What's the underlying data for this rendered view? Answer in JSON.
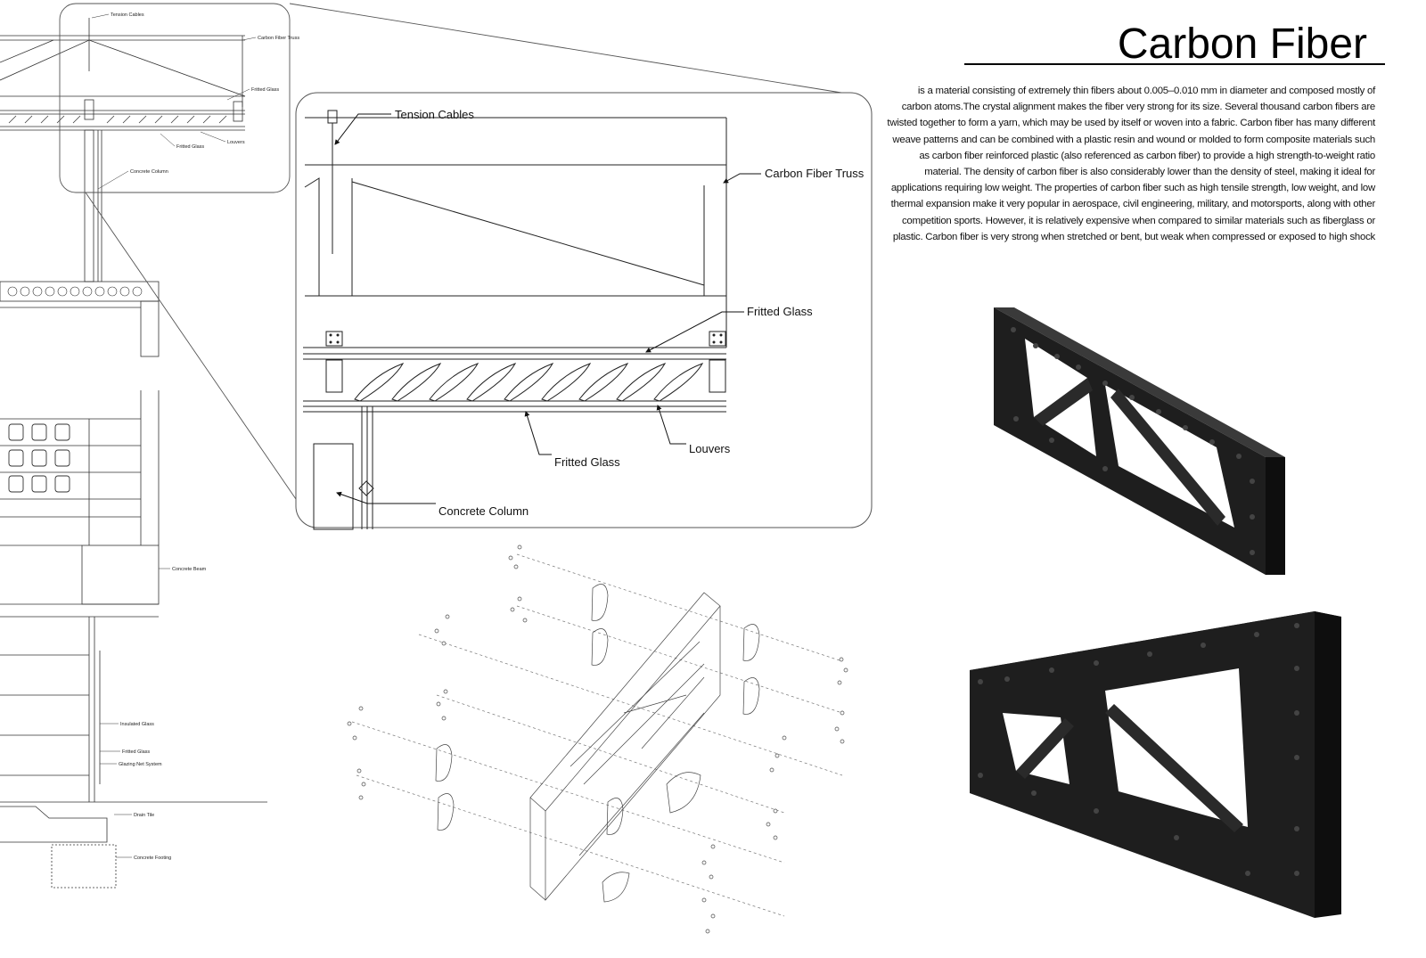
{
  "title": "Carbon Fiber",
  "description": "is a material consisting of extremely thin fibers about 0.005–0.010 mm in diameter and composed mostly of carbon atoms.The crystal alignment makes the fiber very strong for its size. Several thousand carbon fibers are twisted together to form a yarn, which may be used by itself or woven into a fabric. Carbon fiber has many different weave patterns and can be combined with a plastic resin and wound or molded to form composite materials such as carbon fiber reinforced plastic (also referenced as carbon fiber) to provide a high strength-to-weight ratio material. The density of carbon fiber is also considerably lower than the density of steel, making it ideal for applications requiring low weight. The properties of carbon fiber such as high tensile strength, low weight, and low thermal expansion make it very popular in aerospace, civil engineering, military, and motorsports, along with other competition sports. However, it is relatively expensive when compared to similar materials such as fiberglass or plastic. Carbon fiber is very strong when stretched or bent, but weak when compressed or exposed to high shock",
  "section_labels": {
    "tension_cables": "Tension Cables",
    "carbon_fiber_truss": "Carbon Fiber Truss",
    "fritted_glass_top": "Fritted Glass",
    "fritted_glass_bottom": "Fritted Glass",
    "louvers": "Louvers",
    "concrete_column": "Concrete Column",
    "concrete_beam": "Concrete Beam",
    "insulated_glass": "Insulated Glass",
    "fritted_glass_lower": "Fritted Glass",
    "glazing_net_system": "Glazing Net System",
    "drain_tile": "Drain Tile",
    "concrete_footing": "Concrete Footing"
  },
  "detail_labels": {
    "tension_cables": "Tension Cables",
    "carbon_fiber_truss": "Carbon Fiber Truss",
    "fritted_glass_top": "Fritted Glass",
    "fritted_glass_bottom": "Fritted Glass",
    "louvers": "Louvers",
    "concrete_column": "Concrete Column"
  },
  "colors": {
    "ink": "#222222",
    "truss_face": "#1e1e1e",
    "truss_top": "#3a3a3a",
    "truss_side": "#0e0e0e"
  }
}
